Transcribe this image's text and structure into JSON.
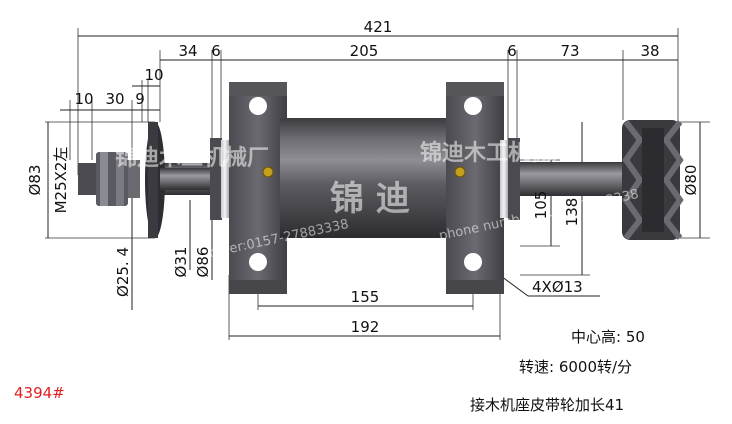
{
  "dimensions": {
    "overall": "421",
    "d34": "34",
    "d6_left": "6",
    "d205": "205",
    "d6_right": "6",
    "d73": "73",
    "d38": "38",
    "d10_top": "10",
    "d10": "10",
    "d30": "30",
    "d9": "9",
    "thread": "M25X2左",
    "dia83": "Ø83",
    "dia25_4": "Ø25. 4",
    "dia31": "Ø31",
    "dia86": "Ø86",
    "h105": "105",
    "h138": "138",
    "dia80": "Ø80",
    "d155": "155",
    "d192": "192",
    "holes": "4XØ13"
  },
  "notes": {
    "center_height": "中心高: 50",
    "speed": "转速: 6000转/分",
    "description": "接木机座皮带轮加长41"
  },
  "product_code": "4394#",
  "watermark": {
    "brand": "锦迪木工机械厂",
    "phone": "phone number:0157-27883338",
    "logo": "锦 迪"
  },
  "colors": {
    "metal_dark": "#3a3a3e",
    "metal_mid": "#5a5a60",
    "metal_light": "#8a8a90",
    "accent_red": "#e02020"
  }
}
